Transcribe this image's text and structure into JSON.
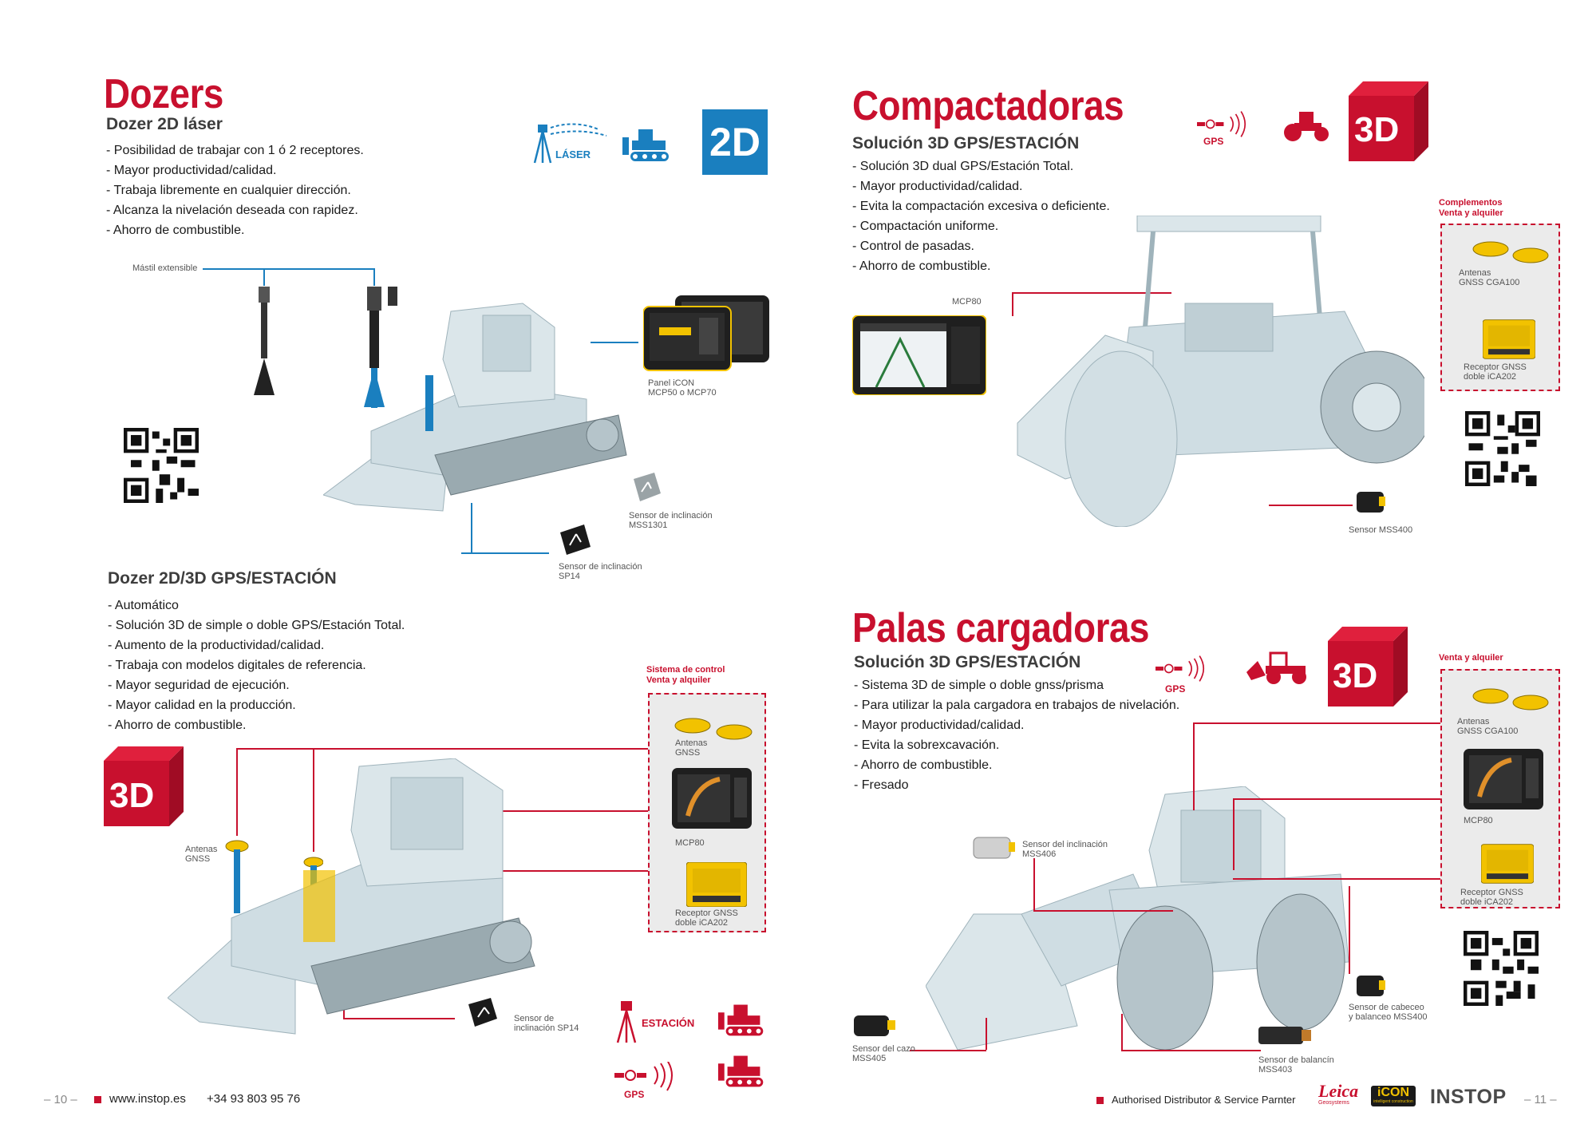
{
  "left": {
    "title": "Dozers",
    "subtitle_2d": "Dozer 2D láser",
    "bullets_2d": [
      "- Posibilidad de trabajar con 1 ó 2 receptores.",
      "- Mayor productividad/calidad.",
      "- Trabaja libremente en cualquier dirección.",
      "- Alcanza la nivelación deseada con rapidez.",
      "- Ahorro de combustible."
    ],
    "laser_label": "LÁSER",
    "badge_2d": "2D",
    "mastil": "Mástil extensible",
    "panel_label": [
      "Panel iCON",
      "MCP50 o MCP70"
    ],
    "sensor_mss1301": [
      "Sensor de inclinación",
      "MSS1301"
    ],
    "sensor_sp14_top": [
      "Sensor de inclinación",
      "SP14"
    ],
    "subtitle_3d": "Dozer 2D/3D GPS/ESTACIÓN",
    "bullets_3d": [
      "- Automático",
      "- Solución 3D de simple o doble GPS/Estación Total.",
      "- Aumento de la productividad/calidad.",
      "- Trabaja con modelos digitales de referencia.",
      "- Mayor seguridad de ejecución.",
      "- Mayor calidad en la producción.",
      "- Ahorro de combustible."
    ],
    "badge_3d": "3D",
    "control_header": [
      "Sistema de control",
      "Venta y alquiler"
    ],
    "antenas_box": [
      "Antenas",
      "GNSS"
    ],
    "mcp80_box": "MCP80",
    "receptor_box": [
      "Receptor GNSS",
      "doble iCA202"
    ],
    "antenas_left": [
      "Antenas",
      "GNSS"
    ],
    "sensor_sp14_bottom": [
      "Sensor de",
      "inclinación SP14"
    ],
    "estacion_label": "ESTACIÓN",
    "gps_label": "GPS"
  },
  "right": {
    "title_comp": "Compactadoras",
    "subtitle_comp": "Solución 3D GPS/ESTACIÓN",
    "bullets_comp": [
      "- Solución 3D dual GPS/Estación Total.",
      "- Mayor productividad/calidad.",
      "- Evita la compactación excesiva o deficiente.",
      "- Compactación uniforme.",
      "- Control de pasadas.",
      "- Ahorro de combustible."
    ],
    "gps_label": "GPS",
    "badge_3d": "3D",
    "complementos": [
      "Complementos",
      "Venta y alquiler"
    ],
    "antenas_cga": [
      "Antenas",
      "GNSS CGA100"
    ],
    "receptor": [
      "Receptor GNSS",
      "doble iCA202"
    ],
    "mcp80": "MCP80",
    "sensor_mss400": "Sensor MSS400",
    "title_palas": "Palas cargadoras",
    "subtitle_palas": "Solución 3D GPS/ESTACIÓN",
    "bullets_palas": [
      "- Sistema 3D de simple o doble gnss/prisma",
      "- Para utilizar la pala cargadora en trabajos de nivelación.",
      "- Mayor productividad/calidad.",
      "- Evita la sobrexcavación.",
      "- Ahorro de combustible.",
      "- Fresado"
    ],
    "venta": "Venta y alquiler",
    "antenas_cga2": [
      "Antenas",
      "GNSS CGA100"
    ],
    "mcp80_2": "MCP80",
    "receptor2": [
      "Receptor GNSS",
      "doble iCA202"
    ],
    "sensor_mss406": [
      "Sensor del inclinación",
      "MSS406"
    ],
    "sensor_mss400b": [
      "Sensor de cabeceo",
      "y balanceo MSS400"
    ],
    "sensor_mss405": [
      "Sensor del cazo",
      "MSS405"
    ],
    "sensor_mss403": [
      "Sensor de balancín",
      "MSS403"
    ]
  },
  "footer": {
    "page_left": "– 10 –",
    "url": "www.instop.es",
    "phone": "+34 93 803 95 76",
    "authorised": "Authorised Distributor & Service Parnter",
    "logo_leica": "Leica",
    "logo_leica_sub": "Geosystems",
    "logo_icon": "iCON",
    "logo_icon_sub": "intelligent construction",
    "logo_instop": "INSTOP",
    "page_right": "– 11 –"
  },
  "colors": {
    "red": "#c8102e",
    "blue": "#1a7fbf",
    "machine": "#cfdde3"
  }
}
